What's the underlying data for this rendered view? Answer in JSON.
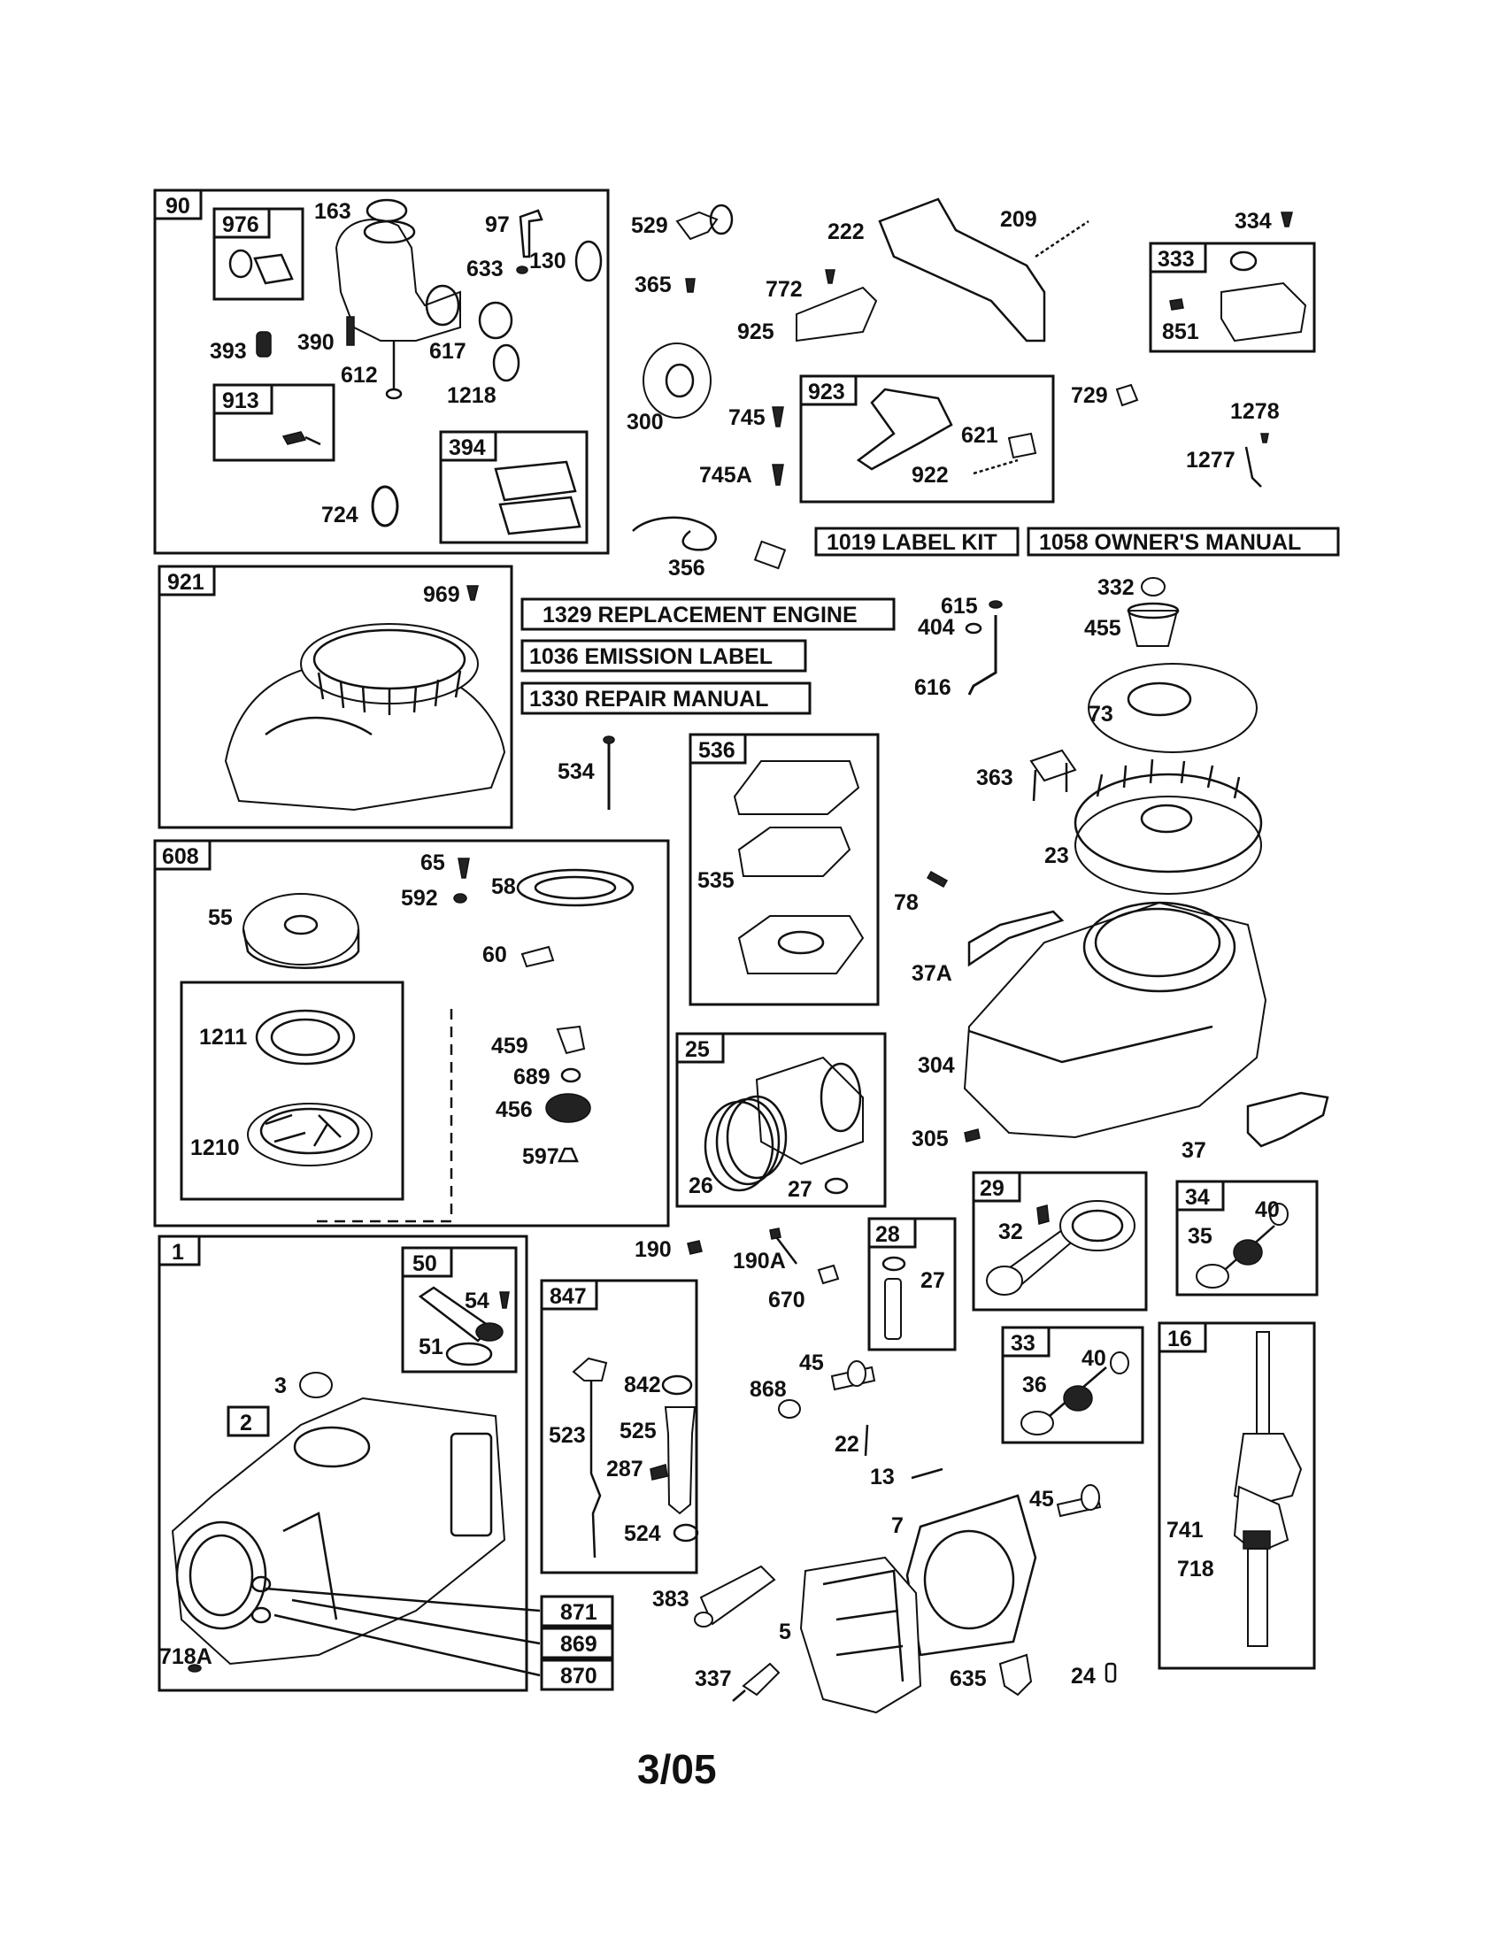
{
  "footer": {
    "date_code": "3/05"
  },
  "label_boxes": {
    "label_kit": "1019 LABEL KIT",
    "owners_manual": "1058 OWNER'S MANUAL",
    "replacement_engine": "1329 REPLACEMENT ENGINE",
    "emission_label": "1036 EMISSION LABEL",
    "repair_manual": "1330 REPAIR MANUAL"
  },
  "group_ids": {
    "g90": "90",
    "g976": "976",
    "g913": "913",
    "g394": "394",
    "g921": "921",
    "g608": "608",
    "g536": "536",
    "g25": "25",
    "g923": "923",
    "g333": "333",
    "g1": "1",
    "g50": "50",
    "g2": "2",
    "g847": "847",
    "g28": "28",
    "g29": "29",
    "g34": "34",
    "g33": "33",
    "g16": "16",
    "g871": "871",
    "g869": "869",
    "g870": "870"
  },
  "parts": {
    "p163": "163",
    "p97": "97",
    "p633": "633",
    "p130": "130",
    "p393": "393",
    "p390": "390",
    "p612": "612",
    "p617": "617",
    "p1218": "1218",
    "p724": "724",
    "p529": "529",
    "p365": "365",
    "p222": "222",
    "p209": "209",
    "p334": "334",
    "p772": "772",
    "p925": "925",
    "p300": "300",
    "p745": "745",
    "p745a": "745A",
    "p621": "621",
    "p922": "922",
    "p729": "729",
    "p1278": "1278",
    "p1277": "1277",
    "p851": "851",
    "p356": "356",
    "p969": "969",
    "p534": "534",
    "p615": "615",
    "p404": "404",
    "p616": "616",
    "p332": "332",
    "p455": "455",
    "p73": "73",
    "p363": "363",
    "p23": "23",
    "p65": "65",
    "p592": "592",
    "p58": "58",
    "p55": "55",
    "p60": "60",
    "p1211": "1211",
    "p1210": "1210",
    "p459": "459",
    "p689": "689",
    "p456": "456",
    "p597": "597",
    "p535": "535",
    "p78": "78",
    "p37a": "37A",
    "p304": "304",
    "p305": "305",
    "p37": "37",
    "p26": "26",
    "p27": "27",
    "p27b": "27",
    "p190": "190",
    "p190a": "190A",
    "p670": "670",
    "p32": "32",
    "p35": "35",
    "p40": "40",
    "p36": "36",
    "p40b": "40",
    "p54": "54",
    "p51": "51",
    "p3": "3",
    "p718a": "718A",
    "p842": "842",
    "p523": "523",
    "p525": "525",
    "p287": "287",
    "p524": "524",
    "p45": "45",
    "p868": "868",
    "p22": "22",
    "p13": "13",
    "p45b": "45",
    "p7": "7",
    "p741": "741",
    "p718": "718",
    "p383": "383",
    "p5": "5",
    "p337": "337",
    "p635": "635",
    "p24": "24"
  }
}
